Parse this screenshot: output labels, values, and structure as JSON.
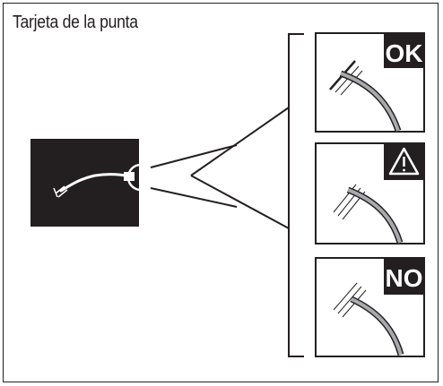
{
  "title": "Tarjeta de la punta",
  "panels": [
    {
      "status": "ok",
      "label": "OK",
      "icon": "check-ok-badge"
    },
    {
      "status": "warning",
      "label": "",
      "icon": "warning-triangle-icon"
    },
    {
      "status": "no",
      "label": "NO",
      "icon": "no-badge"
    }
  ],
  "colors": {
    "ink": "#231f20",
    "tip_gray": "#a7a9ac",
    "background": "#ffffff"
  }
}
